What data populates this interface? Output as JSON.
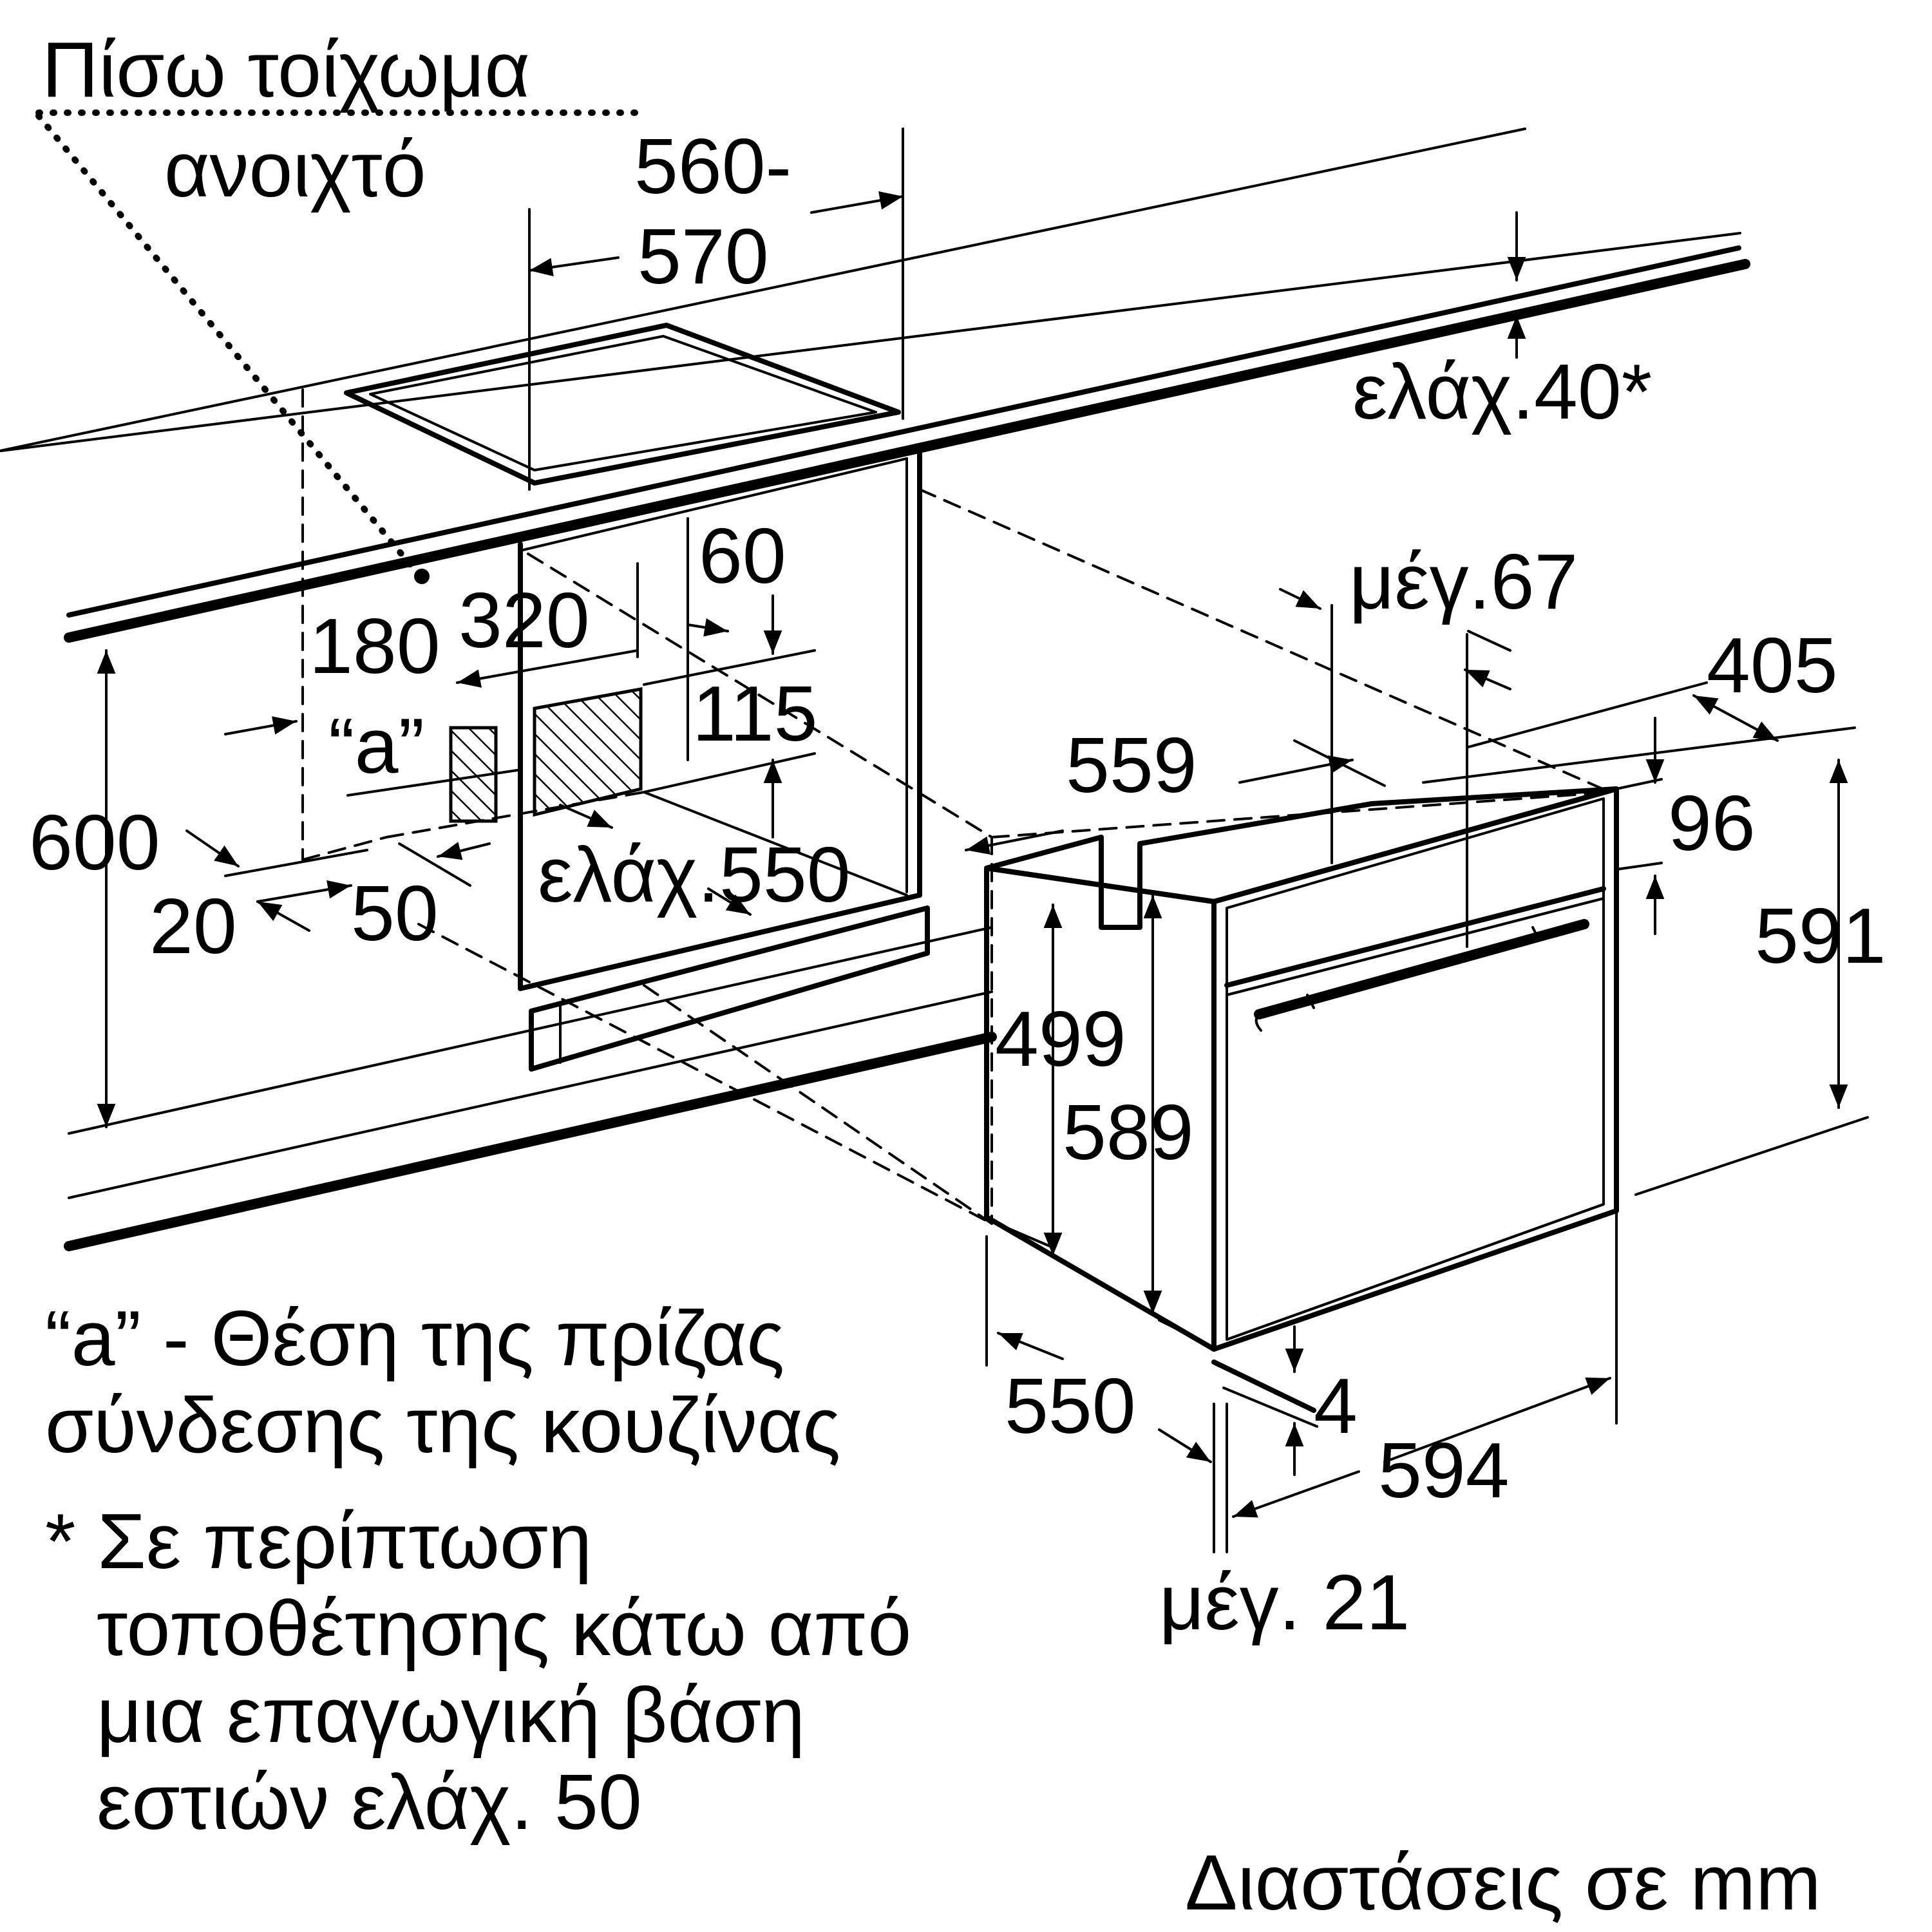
{
  "labels": {
    "rear_wall_open_line1": "Πίσω τοίχωμα",
    "rear_wall_open_line2": "ανοιχτό",
    "dim_560_line1": "560-",
    "dim_560_line2": "570",
    "min40": "ελάχ.40*",
    "dim_60": "60",
    "dim_320": "320",
    "dim_180": "180",
    "max67": "μέγ.67",
    "dim_405": "405",
    "dim_115": "115",
    "socket_a": "“a”",
    "dim_559": "559",
    "dim_96": "96",
    "dim_600": "600",
    "min550": "ελάχ.550",
    "dim_591": "591",
    "dim_20": "20",
    "dim_50": "50",
    "dim_499": "499",
    "dim_589": "589",
    "dim_550": "550",
    "dim_4": "4",
    "dim_594": "594",
    "max21": "μέγ. 21"
  },
  "notes": {
    "a_line1": "“a” - Θέση της πρίζας",
    "a_line2": "σύνδεσης της κουζίνας",
    "star_line1": "* Σε περίπτωση",
    "star_line2": "τοποθέτησης κάτω από",
    "star_line3": "μια επαγωγική βάση",
    "star_line4": "εστιών ελάχ. 50"
  },
  "units": "Διαστάσεις σε mm"
}
